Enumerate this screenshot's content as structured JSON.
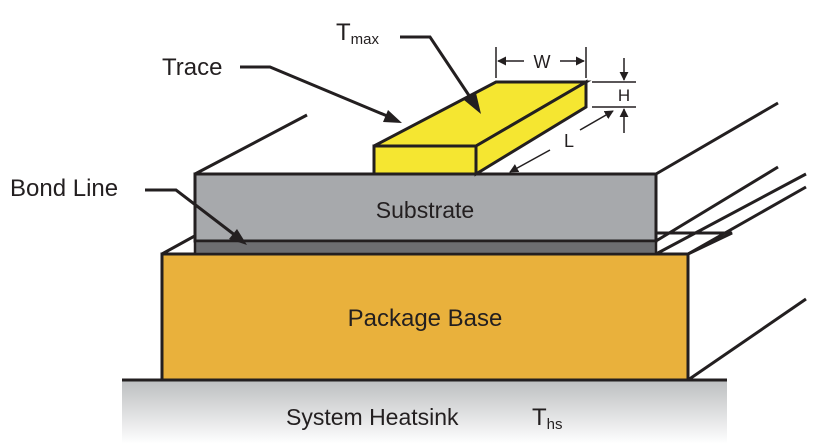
{
  "labels": {
    "t_max_main": "T",
    "t_max_sub": "max",
    "trace": "Trace",
    "width": "W",
    "height": "H",
    "length": "L",
    "bond_line": "Bond Line",
    "substrate": "Substrate",
    "package_base": "Package Base",
    "system_heatsink": "System Heatsink",
    "t_hs_main": "T",
    "t_hs_sub": "hs"
  },
  "colors": {
    "trace_fill": "#f5e631",
    "substrate_fill": "#a7a9ac",
    "bond_line_fill": "#6d6e71",
    "package_fill": "#e9b13c",
    "heatsink_top": "#bcbec0",
    "heatsink_bottom": "#ffffff",
    "outline": "#231f20"
  }
}
